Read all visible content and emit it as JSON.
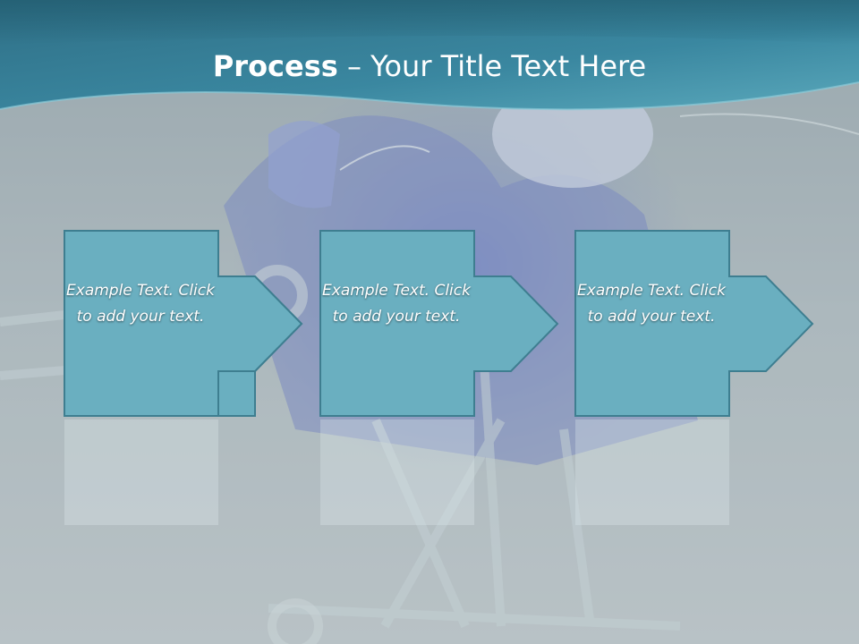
{
  "title": {
    "bold": "Process",
    "rest": " – Your Title Text Here"
  },
  "steps": [
    {
      "label": "Example Text. Click  to add your text."
    },
    {
      "label": "Example Text. Click  to add your text."
    },
    {
      "label": "Example Text. Click  to add your text."
    }
  ],
  "colors": {
    "header_dark": "#2f6f86",
    "header_light": "#58a5b8",
    "box_fill": "#6aafc0",
    "box_stroke": "#3e7e90",
    "background": "#aeb8bd"
  },
  "background_image": "surgeon-operating-photo"
}
